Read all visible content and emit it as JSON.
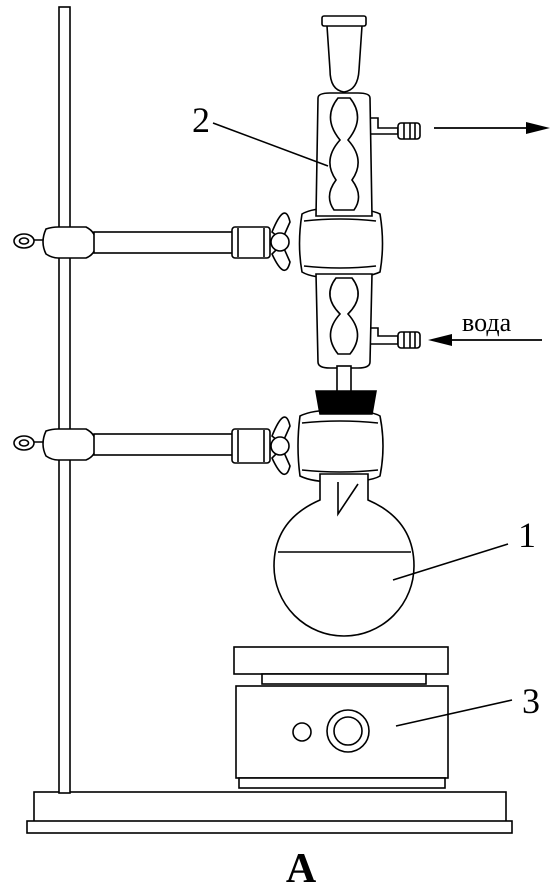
{
  "labels": {
    "flask": "1",
    "condenser": "2",
    "heater": "3",
    "water": "вода",
    "figure": "А"
  }
}
